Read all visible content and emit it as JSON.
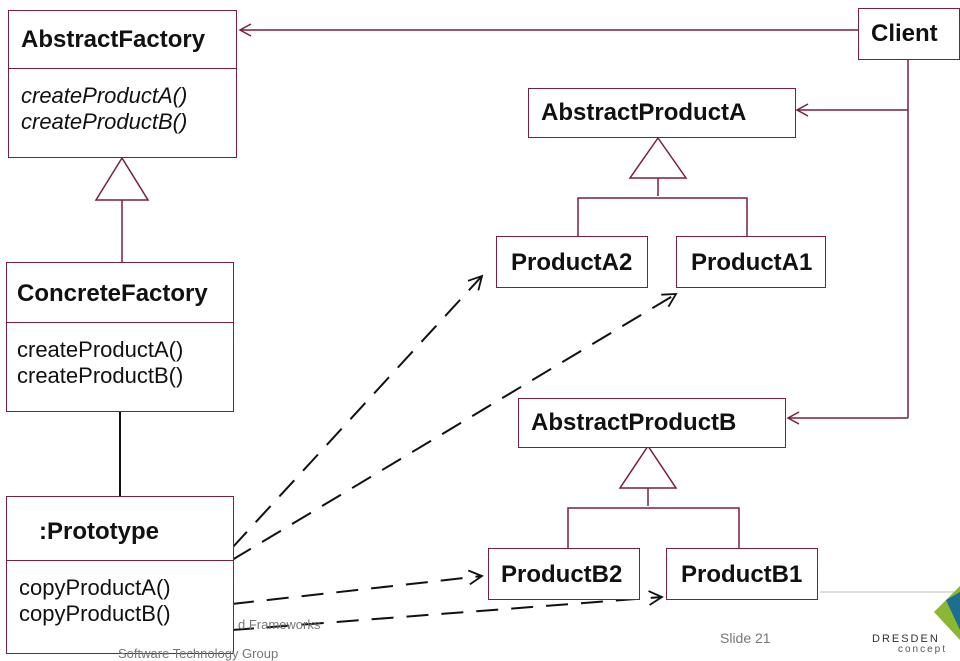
{
  "classes": {
    "abstract_factory": {
      "name": "AbstractFactory",
      "ops": [
        "createProductA()",
        "createProductB()"
      ]
    },
    "concrete_factory": {
      "name": "ConcreteFactory",
      "ops": [
        "createProductA()",
        "createProductB()"
      ]
    },
    "prototype": {
      "name": ":Prototype",
      "ops": [
        "copyProductA()",
        "copyProductB()"
      ]
    },
    "client": {
      "name": "Client"
    },
    "abstract_product_a": {
      "name": "AbstractProductA"
    },
    "product_a2": {
      "name": "ProductA2"
    },
    "product_a1": {
      "name": "ProductA1"
    },
    "abstract_product_b": {
      "name": "AbstractProductB"
    },
    "product_b2": {
      "name": "ProductB2"
    },
    "product_b1": {
      "name": "ProductB1"
    }
  },
  "footer": {
    "course_fragment": "d Frameworks",
    "group_fragment": "Software Technology Group",
    "slide": "Slide 21",
    "logo_text_1": "DRESDEN",
    "logo_text_2": "concept"
  },
  "colors": {
    "border": "#7a1f3d",
    "line": "#111111"
  }
}
